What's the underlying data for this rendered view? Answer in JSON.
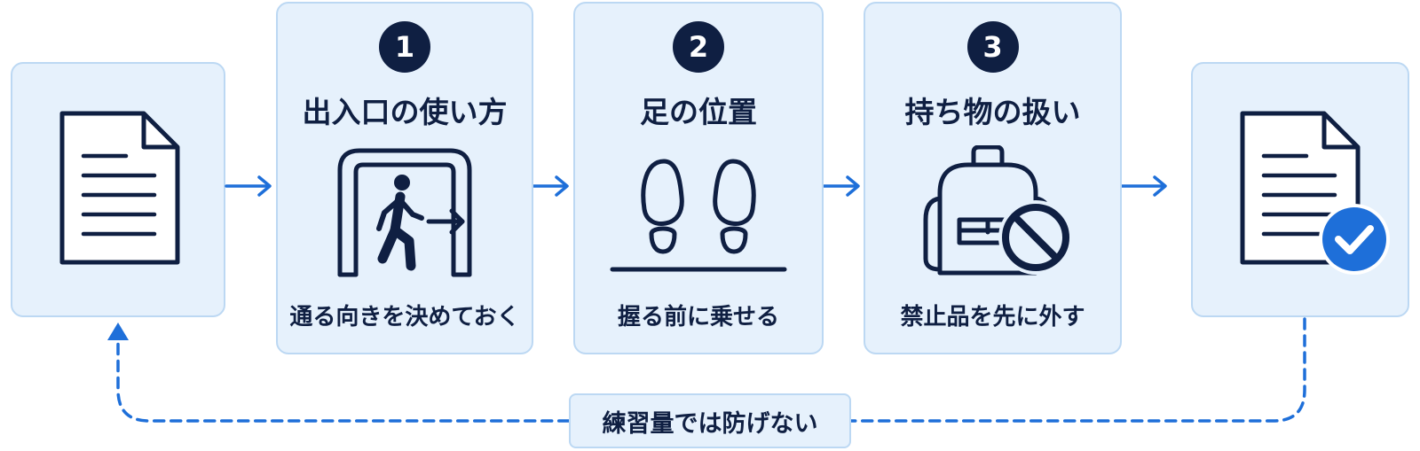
{
  "steps": [
    {
      "number": "1",
      "title": "出入口の使い方",
      "caption": "通る向きを決めておく"
    },
    {
      "number": "2",
      "title": "足の位置",
      "caption": "握る前に乗せる"
    },
    {
      "number": "3",
      "title": "持ち物の扱い",
      "caption": "禁止品を先に外す"
    }
  ],
  "loop_label": "練習量では防げない",
  "icons": {
    "start": "document-icon",
    "step1": "doorway-walking-person-icon",
    "step2": "footprints-icon",
    "step3": "backpack-prohibited-icon",
    "end": "document-checkmark-icon"
  },
  "colors": {
    "box_fill": "#e6f1fc",
    "box_border": "#bcd8f3",
    "navy": "#0f1f42",
    "arrow_blue": "#1e6fd9"
  }
}
